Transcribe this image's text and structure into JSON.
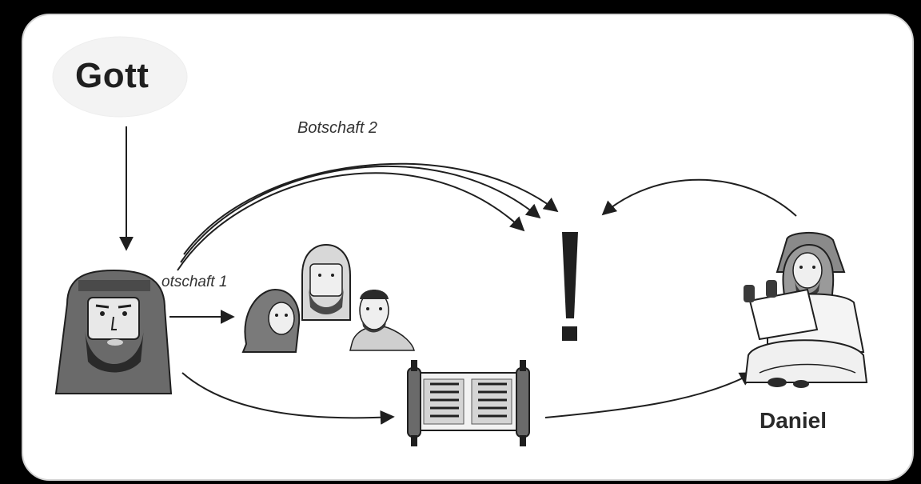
{
  "diagram": {
    "nodes": {
      "god": {
        "label": "Gott"
      },
      "prophet": {
        "icon": "bearded-prophet-icon"
      },
      "people": {
        "icon": "people-group-icon"
      },
      "scroll": {
        "icon": "torah-scroll-icon"
      },
      "daniel": {
        "label": "Daniel",
        "icon": "reading-man-icon"
      },
      "exclamation": {
        "label": "!"
      }
    },
    "edges": [
      {
        "from": "god",
        "to": "prophet"
      },
      {
        "from": "prophet",
        "to": "people",
        "label": "otschaft 1"
      },
      {
        "from": "prophet",
        "to": "exclamation",
        "label": "Botschaft 2"
      },
      {
        "from": "prophet",
        "to": "scroll"
      },
      {
        "from": "scroll",
        "to": "daniel"
      },
      {
        "from": "daniel",
        "to": "exclamation"
      }
    ]
  },
  "colors": {
    "frame": "#d9d9d9",
    "ink": "#1f1f1f",
    "paper": "#ffffff"
  }
}
